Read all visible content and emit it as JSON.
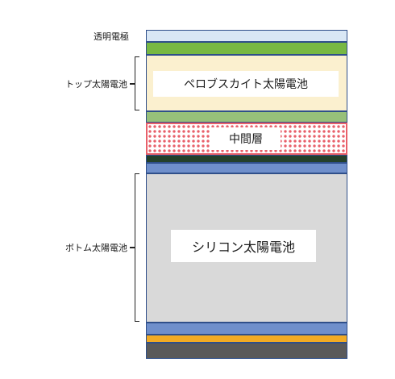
{
  "labels": {
    "transparent_electrode": "透明電極",
    "top_cell": "トップ太陽電池",
    "perovskite": "ペロブスカイト太陽電池",
    "intermediate": "中間層",
    "bottom_cell": "ボトム太陽電池",
    "silicon": "シリコン太陽電池"
  },
  "colors": {
    "transparent_electrode": "#d9e7f5",
    "green_top": "#78b843",
    "perovskite": "#fbf0cf",
    "green_light": "#97c07a",
    "intermediate_bg": "#ffffff",
    "intermediate_pattern": "#e8606a",
    "dark_green": "#24402a",
    "blue": "#6f8fcb",
    "silicon": "#d9d9d9",
    "orange": "#f2ab24",
    "dark_gray": "#5a5a5a",
    "outline": "#2f4f8a"
  }
}
